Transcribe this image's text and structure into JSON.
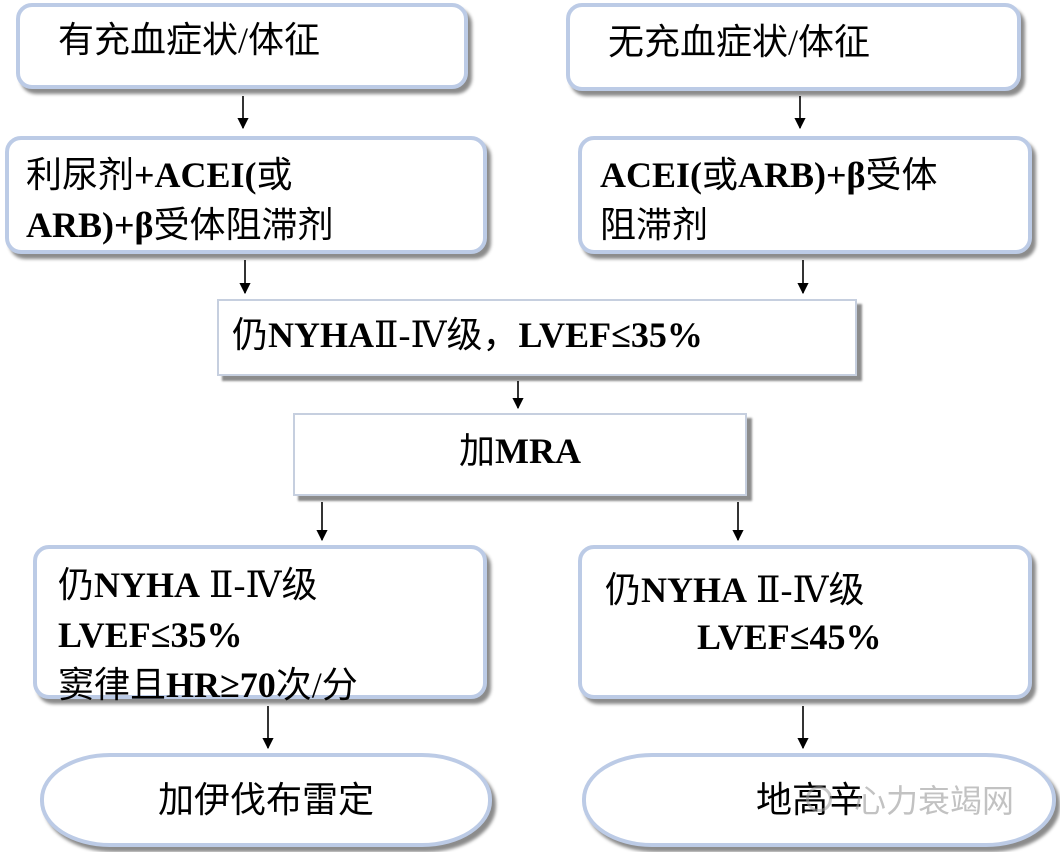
{
  "diagram": {
    "nodes": {
      "symptomatic": {
        "text": "有充血症状/体征"
      },
      "asymptomatic": {
        "text": "无充血症状/体征"
      },
      "therapy_symptomatic": {
        "line1": [
          "利尿剂",
          "+ACEI(",
          "或"
        ],
        "line2": [
          "ARB)+β",
          "受体阻滞剂"
        ]
      },
      "therapy_asymptomatic": {
        "line1": [
          "ACEI(",
          "或",
          "ARB)+β",
          "受体"
        ],
        "line2": [
          "阻滞剂"
        ]
      },
      "persistent_check": [
        "仍",
        "NYHA",
        "Ⅱ-Ⅳ级，",
        "LVEF≤35%"
      ],
      "add_mra": [
        "加",
        "MRA"
      ],
      "ivabradine_criteria": {
        "line1": [
          "仍",
          "NYHA",
          " Ⅱ-Ⅳ级"
        ],
        "line2": [
          "LVEF≤35%"
        ],
        "line3": [
          "窦律且",
          "HR≥70",
          "次/分"
        ]
      },
      "digoxin_criteria": {
        "line1": [
          "仍",
          "NYHA",
          " Ⅱ-Ⅳ级"
        ],
        "line2": [
          "LVEF≤45%"
        ]
      },
      "ivabradine": {
        "text": "加伊伐布雷定"
      },
      "digoxin": {
        "text": "地高辛"
      }
    }
  },
  "watermark": {
    "text": "心力衰竭网"
  },
  "colors": {
    "node_border": "#bccbe6",
    "rect_border": "#c6cfdf",
    "shadow": "#8c8c8c",
    "text": "#000000",
    "arrow": "#000000",
    "watermark": "#9a9a9a"
  }
}
